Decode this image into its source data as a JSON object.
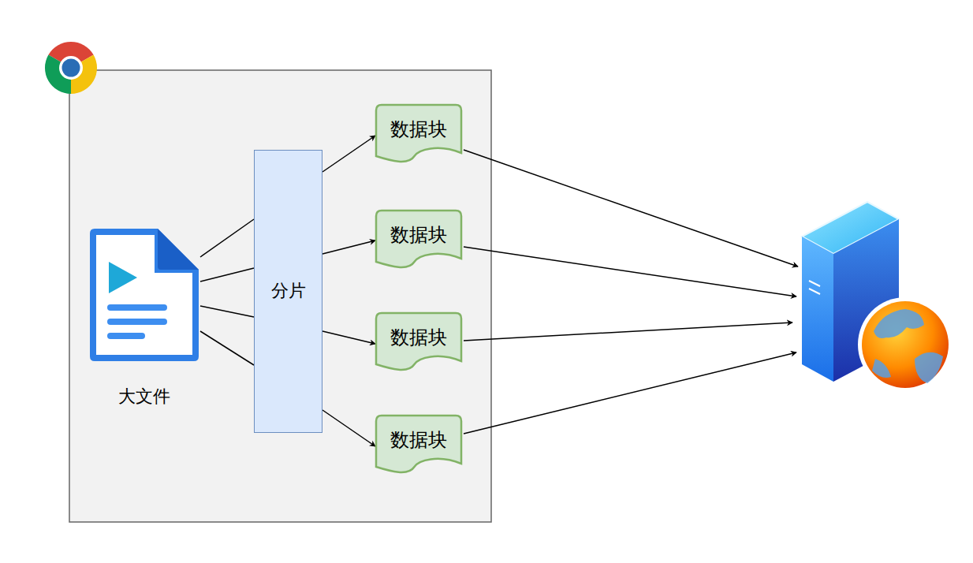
{
  "diagram": {
    "nodes": [
      {
        "text": [
          "大文件"
        ]
      },
      {
        "text": [
          "分片"
        ]
      },
      {
        "text": [
          "数据块"
        ]
      },
      {
        "text": [
          "数据块"
        ]
      },
      {
        "text": [
          "数据块"
        ]
      },
      {
        "text": [
          "数据块"
        ]
      }
    ],
    "edges": [
      {
        "from": 0,
        "to": 1,
        "arrow": "none"
      },
      {
        "from": 0,
        "to": 1,
        "arrow": "none"
      },
      {
        "from": 0,
        "to": 1,
        "arrow": "none"
      },
      {
        "from": 0,
        "to": 1,
        "arrow": "none"
      },
      {
        "from": 1,
        "to": 2,
        "arrow": "to"
      },
      {
        "from": 1,
        "to": 3,
        "arrow": "to"
      },
      {
        "from": 1,
        "to": 4,
        "arrow": "to"
      },
      {
        "from": 1,
        "to": 5,
        "arrow": "to"
      }
    ]
  }
}
